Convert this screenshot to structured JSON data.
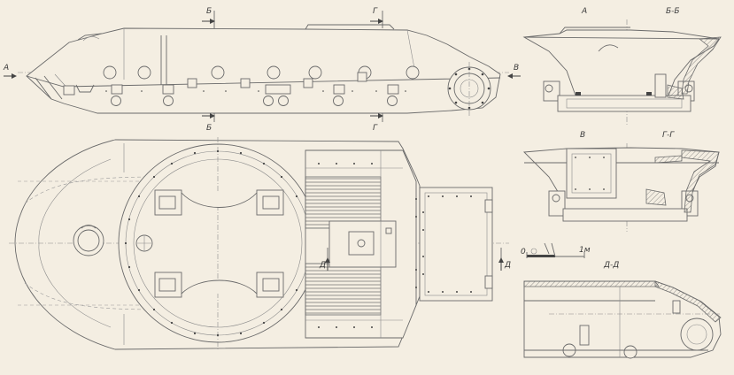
{
  "section_labels": {
    "a": "А",
    "b_b": "Б-Б",
    "v": "В",
    "g_g": "Г-Г",
    "d_d": "Д-Д"
  },
  "cut_markers": {
    "a": "А",
    "b": "Б",
    "g": "Г",
    "v": "В",
    "d": "Д"
  },
  "scale_bar": {
    "zero": "0",
    "one": "1м"
  }
}
